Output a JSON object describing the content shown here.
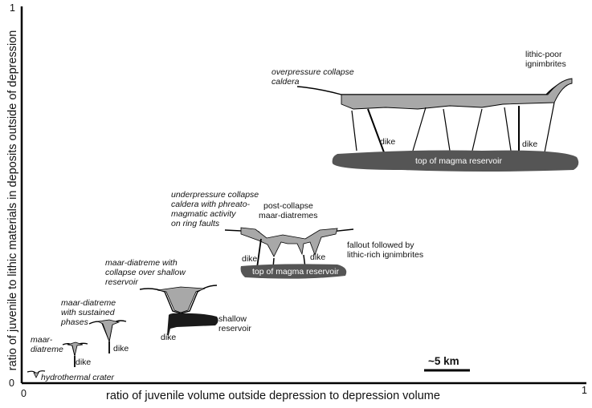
{
  "axes": {
    "x_title": "ratio of juvenile volume outside depression to depression volume",
    "y_title": "ratio of juvenile to lithic materials in deposits outside of depression",
    "x_min": "0",
    "x_max": "1",
    "y_min": "0",
    "y_max": "1"
  },
  "scale_bar": {
    "label": "~5 km"
  },
  "labels": {
    "hydrothermal": "hydrothermal crater",
    "maar_diatreme_1": "maar-",
    "maar_diatreme_2": "diatreme",
    "dike_small": "dike",
    "sustained_1": "maar-diatreme",
    "sustained_2": "with sustained",
    "sustained_3": "phases",
    "dike_sustained": "dike",
    "collapse_1": "maar-diatreme with",
    "collapse_2": "collapse over shallow",
    "collapse_3": "reservoir",
    "dike_collapse": "dike",
    "shallow_res_1": "shallow",
    "shallow_res_2": "reservoir",
    "under_1": "underpressure collapse",
    "under_2": "caldera with phreato-",
    "under_3": "magmatic activity",
    "under_4": "on ring faults",
    "post_1": "post-collapse",
    "post_2": "maar-diatremes",
    "dike_under_left": "dike",
    "dike_under_right": "dike",
    "fallout_1": "fallout followed by",
    "fallout_2": "lithic-rich ignimbrites",
    "magma_under": "top of magma reservoir",
    "over_1": "overpressure collapse",
    "over_2": "caldera",
    "lithic_1": "lithic-poor",
    "lithic_2": "ignimbrites",
    "dike_over_left": "dike",
    "dike_over_right": "dike",
    "magma_over": "top of magma reservoir"
  },
  "colors": {
    "fill_gray": "#a8a8a8",
    "reservoir_dark": "#555555",
    "reservoir_black": "#1a1a1a"
  }
}
